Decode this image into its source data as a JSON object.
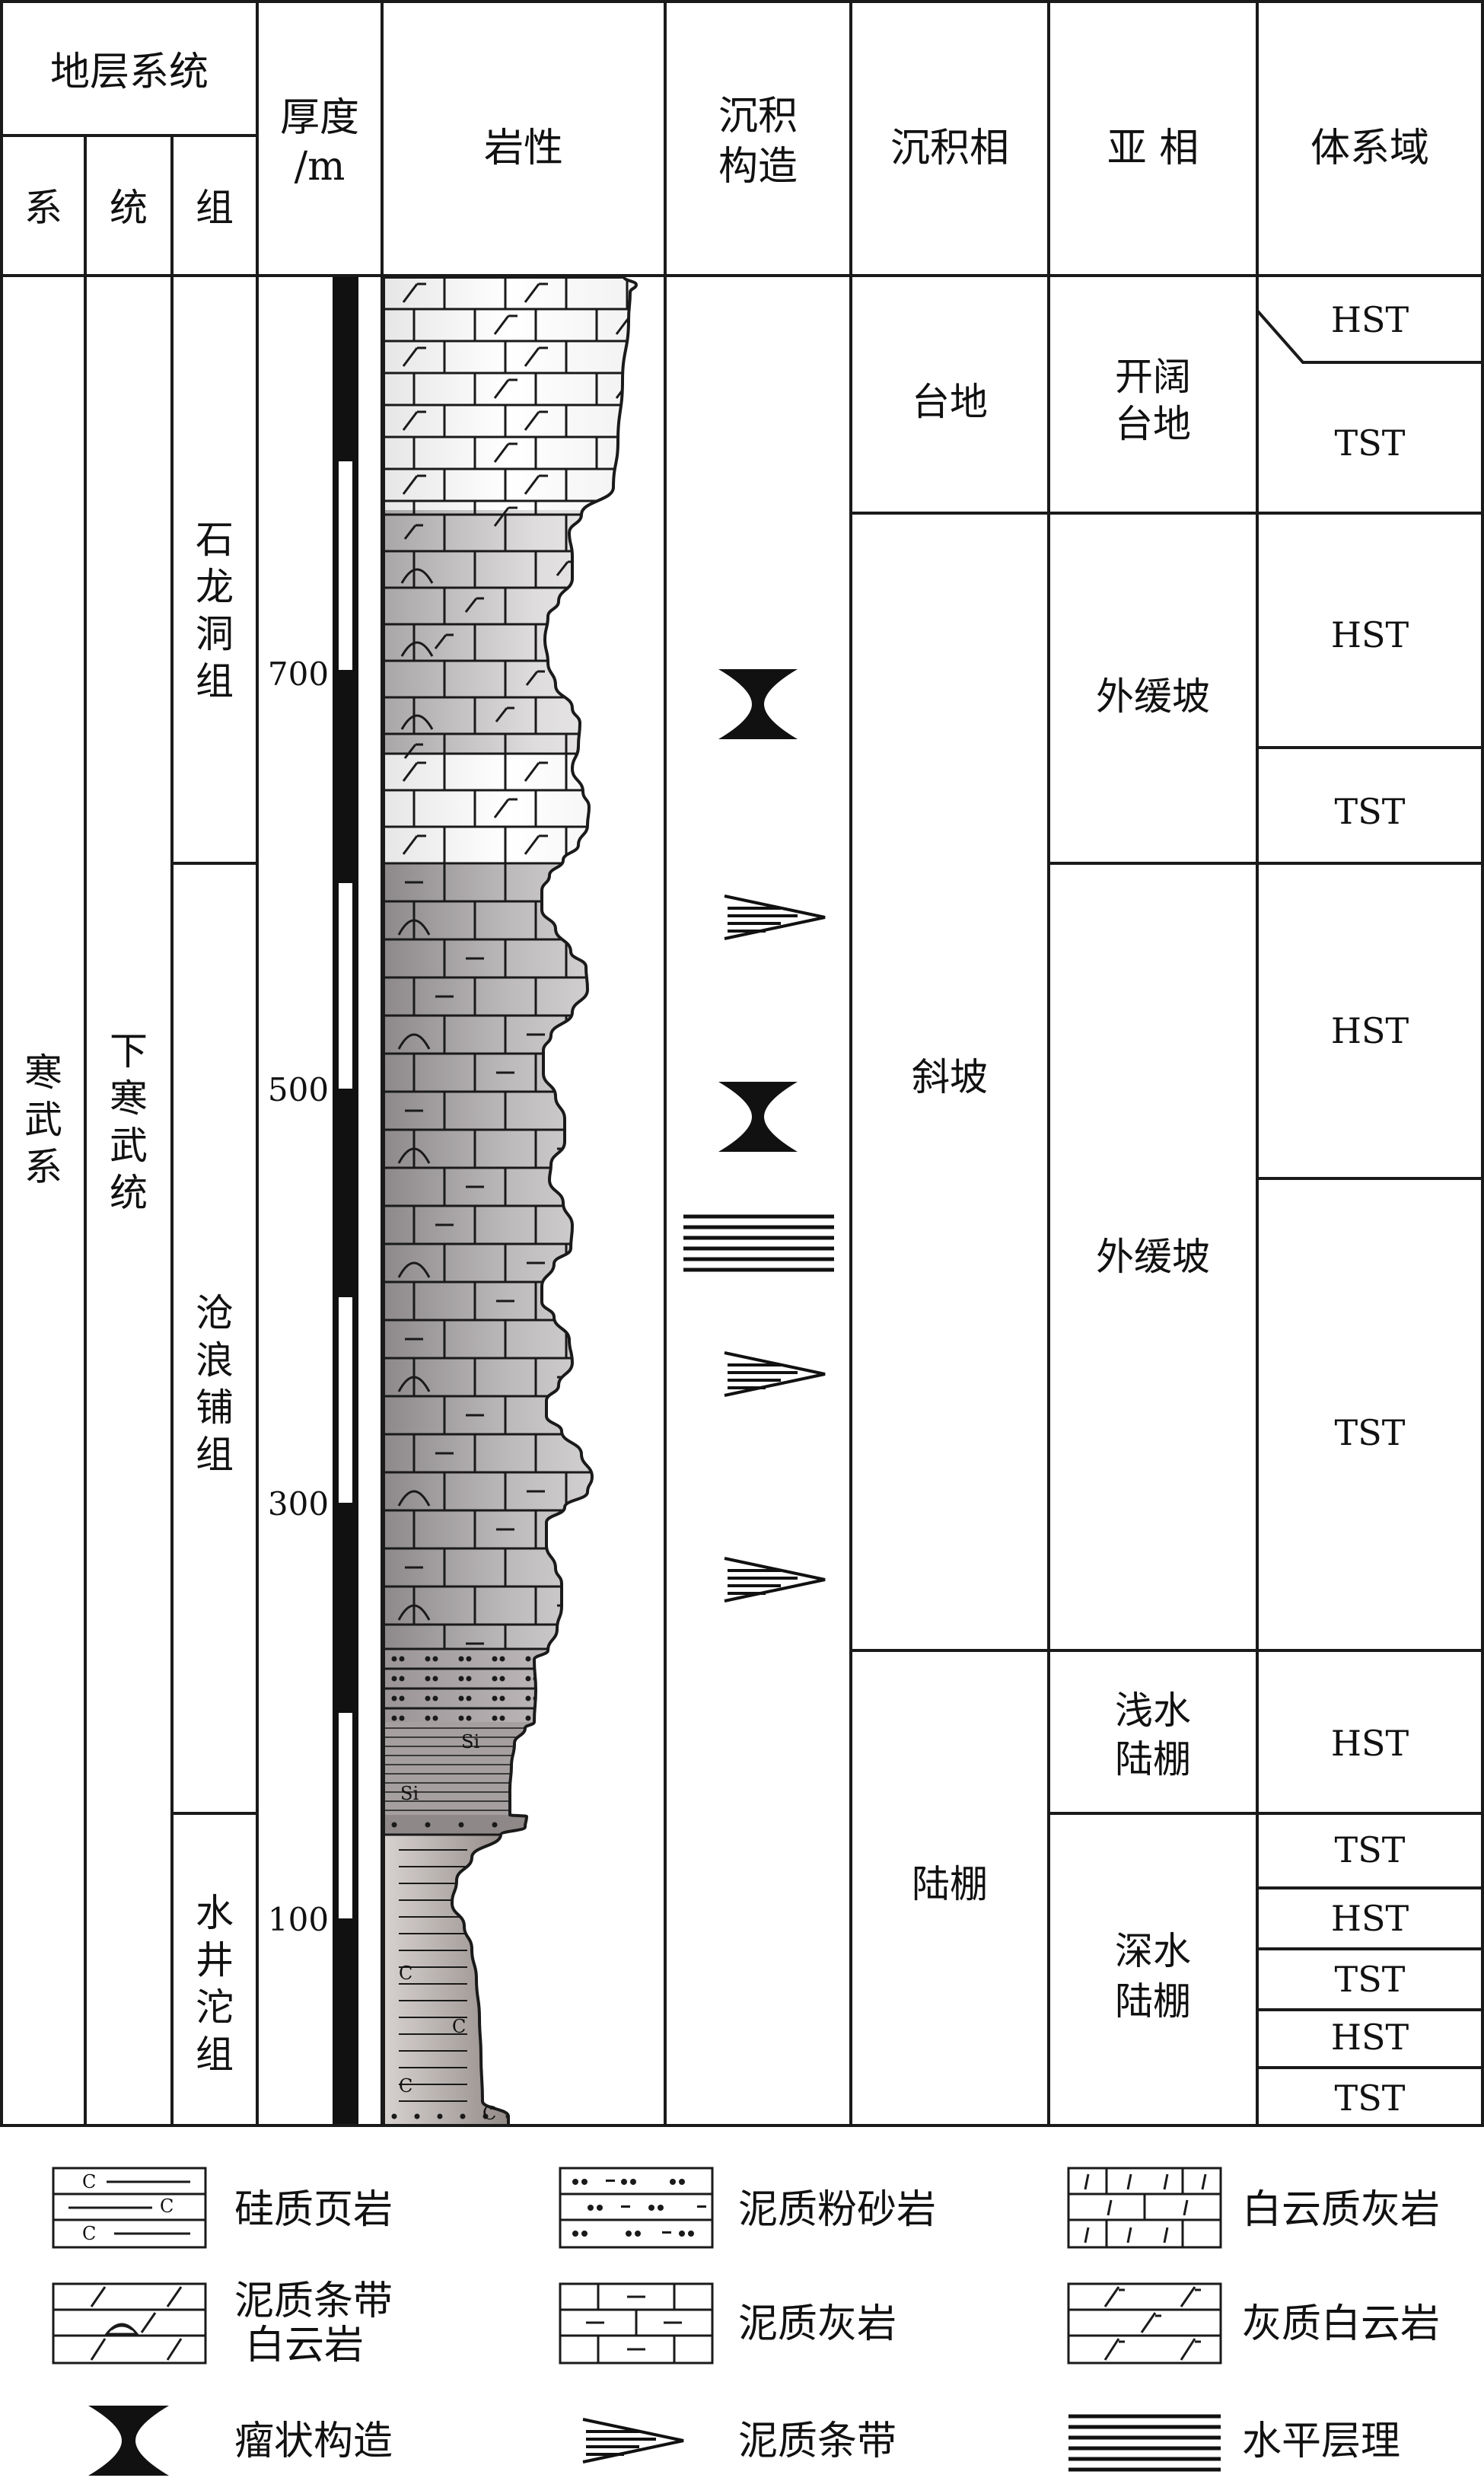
{
  "header": {
    "strat_system": "地层系统",
    "system": "系",
    "series": "统",
    "formation": "组",
    "thickness": [
      "厚度",
      "/m"
    ],
    "lithology": "岩性",
    "sed_structure": [
      "沉积",
      "构造"
    ],
    "facies": "沉积相",
    "subfacies": "亚 相",
    "systems_tract": "体系域"
  },
  "strata": {
    "system": [
      "寒",
      "武",
      "系"
    ],
    "series": [
      "下",
      "寒",
      "武",
      "统"
    ],
    "formations": [
      {
        "name": [
          "石",
          "龙",
          "洞",
          "组"
        ]
      },
      {
        "name": [
          "沧",
          "浪",
          "铺",
          "组"
        ]
      },
      {
        "name": [
          "水",
          "井",
          "沱",
          "组"
        ]
      }
    ]
  },
  "thickness_ticks": [
    "700",
    "500",
    "300",
    "100"
  ],
  "facies": [
    {
      "name": "台地"
    },
    {
      "name": "斜坡"
    },
    {
      "name": "陆棚"
    }
  ],
  "subfacies": [
    {
      "name": [
        "开阔",
        "台地"
      ]
    },
    {
      "name": [
        "外缓坡"
      ]
    },
    {
      "name": [
        "外缓坡"
      ]
    },
    {
      "name": [
        "浅水",
        "陆棚"
      ]
    },
    {
      "name": [
        "深水",
        "陆棚"
      ]
    }
  ],
  "systems_tracts": [
    "HST",
    "TST",
    "HST",
    "TST",
    "HST",
    "TST",
    "HST",
    "TST",
    "HST",
    "TST",
    "HST",
    "TST"
  ],
  "litho_labels": {
    "siliceous": "Si",
    "carbon": "C"
  },
  "legend": [
    {
      "label": [
        "硅质页岩"
      ],
      "pattern": "siliceous-shale"
    },
    {
      "label": [
        "泥质粉砂岩"
      ],
      "pattern": "argillaceous-siltstone"
    },
    {
      "label": [
        "白云质灰岩"
      ],
      "pattern": "dolomitic-limestone"
    },
    {
      "label": [
        "泥质条带",
        "白云岩"
      ],
      "pattern": "argillaceous-banded-dolomite"
    },
    {
      "label": [
        "泥质灰岩"
      ],
      "pattern": "argillaceous-limestone"
    },
    {
      "label": [
        "灰质白云岩"
      ],
      "pattern": "calcareous-dolomite"
    },
    {
      "label": [
        "瘤状构造"
      ],
      "pattern": "nodular-structure"
    },
    {
      "label": [
        "泥质条带"
      ],
      "pattern": "argillaceous-band"
    },
    {
      "label": [
        "水平层理"
      ],
      "pattern": "horizontal-bedding"
    }
  ],
  "colors": {
    "line": "#1a1a1a",
    "dolomite_light": "#f4f4f4",
    "dolomite_mid": "#d4d4d4",
    "limestone": "#b9b6b8",
    "shale_dark": "#6a625f"
  }
}
